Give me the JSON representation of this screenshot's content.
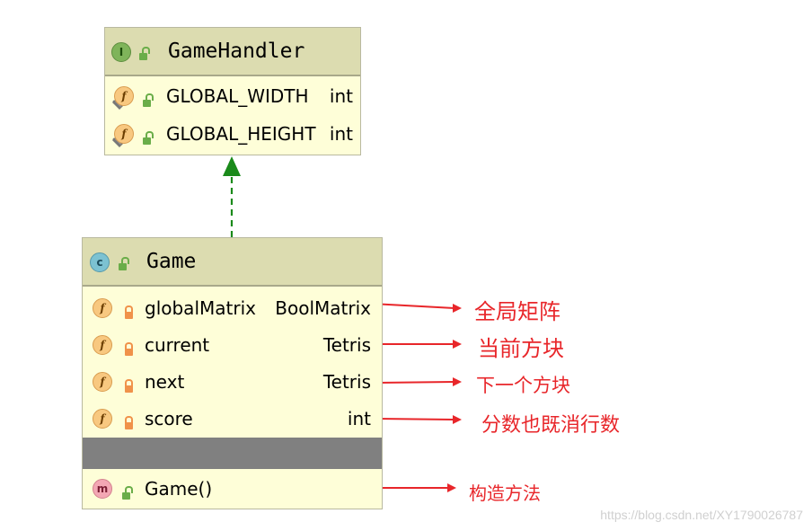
{
  "interface_box": {
    "badge": "I",
    "name": "GameHandler",
    "fields": [
      {
        "name": "GLOBAL_WIDTH",
        "type": "int",
        "badge": "f"
      },
      {
        "name": "GLOBAL_HEIGHT",
        "type": "int",
        "badge": "f"
      }
    ]
  },
  "class_box": {
    "badge": "c",
    "name": "Game",
    "fields": [
      {
        "name": "globalMatrix",
        "type": "BoolMatrix",
        "badge": "f"
      },
      {
        "name": "current",
        "type": "Tetris",
        "badge": "f"
      },
      {
        "name": "next",
        "type": "Tetris",
        "badge": "f"
      },
      {
        "name": "score",
        "type": "int",
        "badge": "f"
      }
    ],
    "methods": [
      {
        "name": "Game()",
        "badge": "m"
      }
    ]
  },
  "annotations": [
    {
      "text": "全局矩阵"
    },
    {
      "text": "当前方块"
    },
    {
      "text": "下一个方块"
    },
    {
      "text": "分数也既消行数"
    },
    {
      "text": "构造方法"
    }
  ],
  "watermark": "https://blog.csdn.net/XY1790026787",
  "colors": {
    "box_fill": "#fefed8",
    "header_fill": "#dcdcb0",
    "implements_arrow": "#1a8a1a",
    "annotation_red": "#e8262a"
  }
}
